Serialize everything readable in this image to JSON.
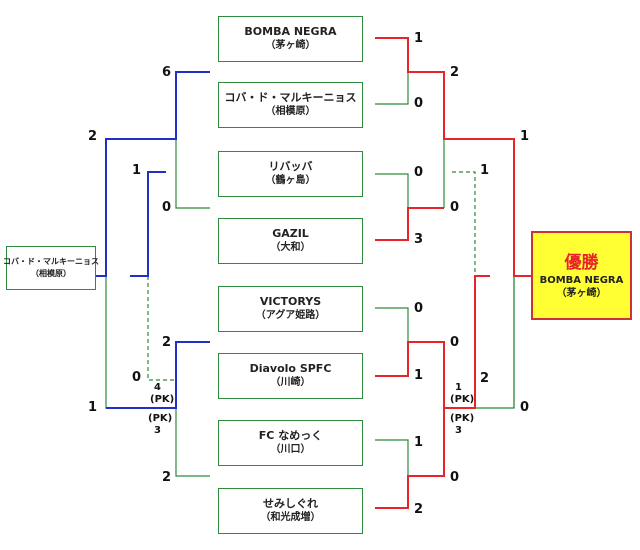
{
  "teams": [
    {
      "name": "BOMBA NEGRA",
      "city": "（茅ヶ崎）"
    },
    {
      "name": "コバ・ド・マルキーニョス",
      "city": "（相模原）"
    },
    {
      "name": "リバッバ",
      "city": "（鶴ヶ島）"
    },
    {
      "name": "GAZIL",
      "city": "（大和）"
    },
    {
      "name": "VICTORYS",
      "city": "（アグア姫路）"
    },
    {
      "name": "Diavolo SPFC",
      "city": "（川崎）"
    },
    {
      "name": "FC なめっく",
      "city": "（川口）"
    },
    {
      "name": "せみしぐれ",
      "city": "（和光成増）"
    }
  ],
  "side_team": {
    "name": "コバ・ド・マルキーニョス",
    "city": "（相模原）"
  },
  "champion": {
    "title": "優勝",
    "name": "BOMBA NEGRA",
    "city": "（茅ヶ崎）"
  },
  "scores": {
    "r1_m1_a": "1",
    "r1_m1_b": "0",
    "r1_m2_a": "0",
    "r1_m2_b": "3",
    "r1_m3_a": "0",
    "r1_m3_b": "1",
    "r1_m4_a": "1",
    "r1_m4_b": "2",
    "l_r1_m1_top": "6",
    "l_r1_m1_bot": "0",
    "l_r1_m2_top": "2",
    "l_r1_m2_bot": "2",
    "l_sf_top": "1",
    "l_sf_bot": "0",
    "l_sf_pk": "4",
    "l_pk_label_a": "(PK)",
    "l_pk_label_b": "(PK)",
    "l_pk_b": "3",
    "l_final_top": "2",
    "l_final_bot": "1",
    "r_sf_top": "2",
    "r_sf_bot": "0",
    "r_sf2_top": "0",
    "r_sf2_bot": "0",
    "r_mid": "1",
    "r_mid2": "2",
    "r_pk_a": "1",
    "r_pk_label_a": "(PK)",
    "r_pk_label_b": "(PK)",
    "r_pk_b": "3",
    "r_final_top": "1",
    "r_final_bot": "0"
  },
  "colors": {
    "winner_right": "#e8232a",
    "winner_left": "#1f2fc8",
    "loser": "#2e8a3c",
    "champion_bg": "#ffff33"
  }
}
